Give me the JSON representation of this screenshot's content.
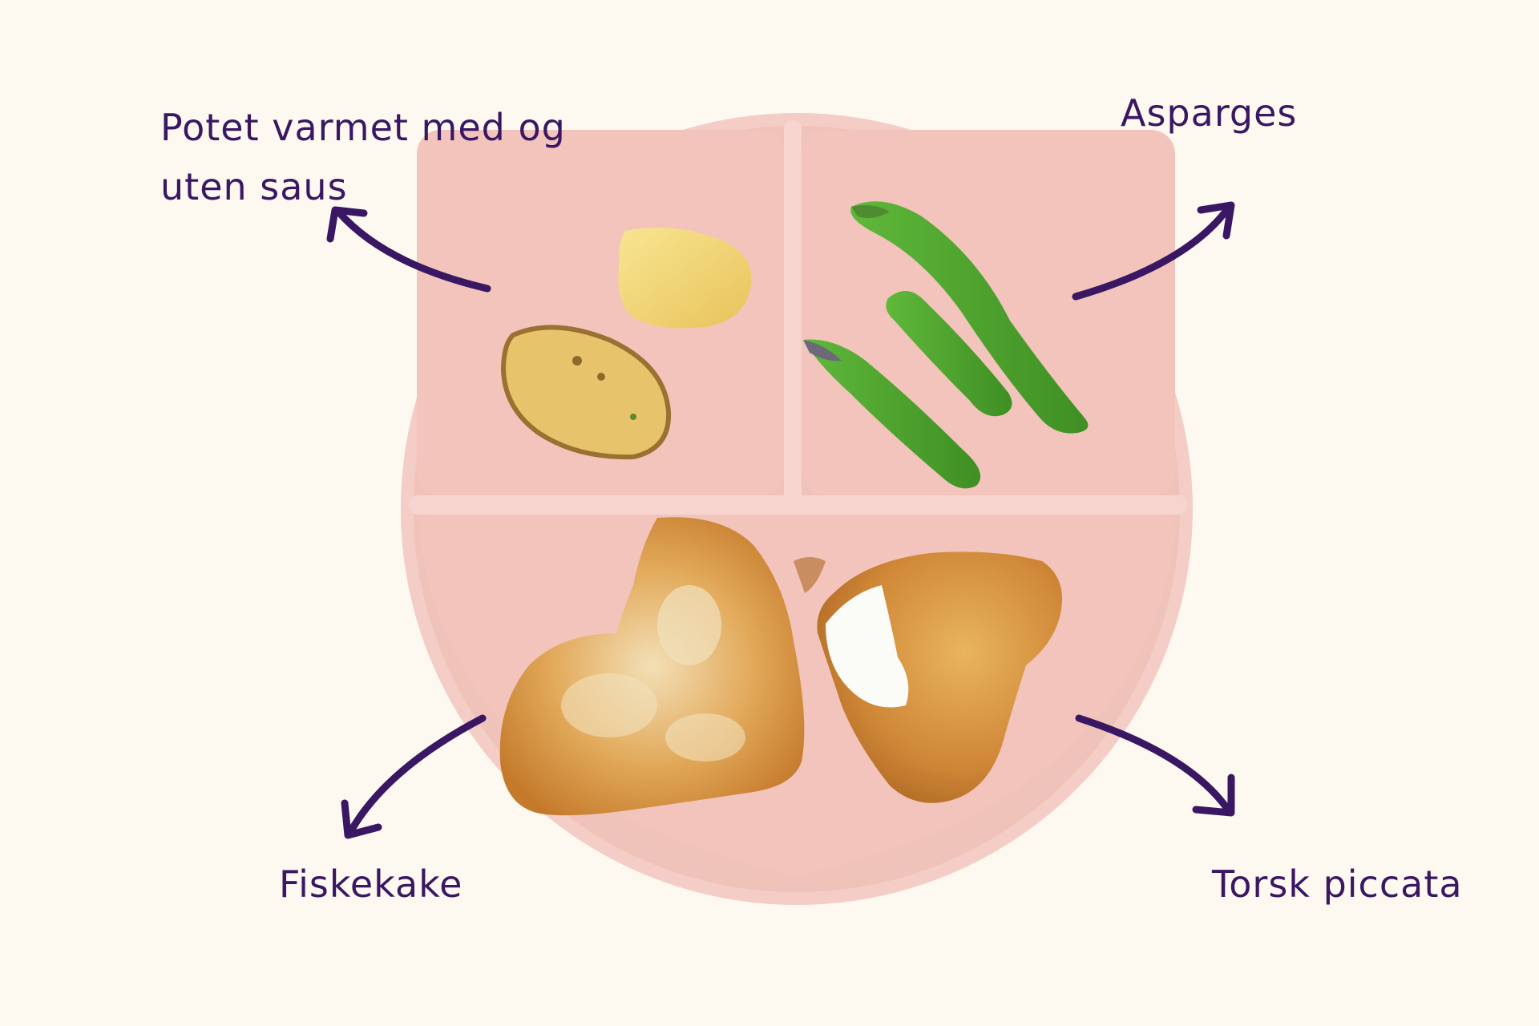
{
  "labels": {
    "potato": [
      "Potet varmet med og",
      "uten saus"
    ],
    "asparagus": "Asparges",
    "fishcake": "Fiskekake",
    "cod": "Torsk piccata"
  },
  "colors": {
    "background": "#fdf9f1",
    "plate": "#f2c7c0",
    "plate_rim": "#f6d5cf",
    "label_text": "#3a1762",
    "arrow": "#3a1762",
    "asparagus": "#4aa02c",
    "potato": "#f5dc7d",
    "fried_crust": "#d08a3a"
  }
}
